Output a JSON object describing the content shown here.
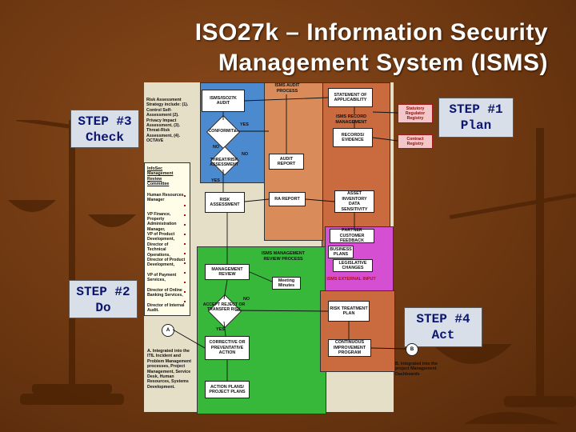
{
  "title": {
    "line1": "ISO27k – Information Security",
    "line2": "Management System (ISMS)"
  },
  "steps": {
    "check": "STEP #3\nCheck",
    "plan": "STEP #1\nPlan",
    "do": "STEP #2\nDo",
    "act": "STEP #4\nAct"
  },
  "diagram": {
    "risk_strategy": "Risk Assessment Strategy include: (1). Control Self-Assessment (2). Privacy Impact Assessment, (3). Threat-Risk Assessment, (4). OCTAVE",
    "isms_audit": "ISMS AUDIT PROCESS",
    "isms_iso_audit": "ISMS/ISO27K AUDIT",
    "soa": "STATEMENT OF APPLICABILITY",
    "record_mgmt": "ISMS RECORD MANAGEMENT",
    "conformity": "CONFORMITY",
    "yes1": "YES",
    "no1": "NO",
    "no2": "NO",
    "records": "RECORDS/ EVIDENCE",
    "tra": "THREAT/RISK ASSESSMENT",
    "audit_report": "AUDIT REPORT",
    "yes2": "YES",
    "infosec_committee": "InfoSec Management Review Committee",
    "risk_assessment": "RISK ASSESSMENT",
    "ra_report": "RA REPORT",
    "asset_inventory": "ASSET INVENTORY DATA SENSITIVITY",
    "statutory": "Statutory Regulator Registry",
    "contract": "Contract Registry",
    "partner_feedback": "PARTNER CUSTOMER FEEDBACK",
    "business_plans": "BUSINESS PLANS",
    "legislative": "LEGISLATIVE CHANGES",
    "external_input": "ISMS EXTERNAL INPUT",
    "mgmt_review_process": "ISMS MANAGEMENT REVIEW PROCESS",
    "mgmt_review": "MANAGEMENT REVIEW",
    "meeting_minutes": "Meeting Minutes",
    "accept": "ACCEPT REJECT OR TRANSFER RISK",
    "no3": "NO",
    "yes3": "YES",
    "rtp": "RISK TREATMENT PLAN",
    "corrective": "CORRECTIVE OR PREVENTATIVE ACTION",
    "cip": "CONTINUOUS IMPROVEMENT PROGRAM",
    "action_plans": "ACTION PLANS/ PROJECT PLANS",
    "circle_a": "A",
    "circle_b": "B",
    "note_a": "A. Integrated into the ITIL Incident and Problem Management processes, Project Management, Service Desk, Human Resources, Systems Development.",
    "note_b": "B. Integrated into the project Management Dashboards",
    "roles": [
      "Human Resources Manager",
      "VP Finance,",
      "Property Administration Manager,",
      "VP of Product Development,",
      "Director of Technical Operations,",
      "Director of Product Development,",
      "VP of Payment Services,",
      "Director of Online Banking Services,",
      "Director of Internal Audit."
    ]
  }
}
